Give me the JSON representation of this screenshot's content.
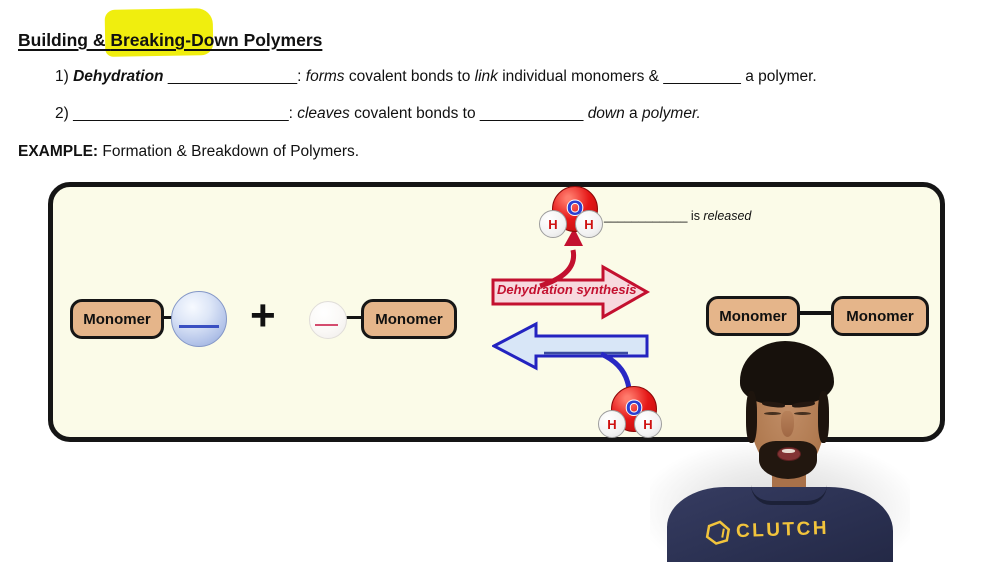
{
  "header": {
    "title_pre": "Building & ",
    "title_highlight": "Breaking-Dow",
    "title_post": "n Polymers"
  },
  "notes": {
    "item1": {
      "num": "1) ",
      "term": "Dehydration ",
      "blank1": "_______________",
      "sep": ": ",
      "forms": "forms",
      "t1": " covalent bonds to ",
      "link": "link",
      "t2": " individual monomers & ",
      "blank2": "_________",
      "t3": " a polymer."
    },
    "item2": {
      "num": "2) ",
      "blank1": "_________________________",
      "sep": ": ",
      "cleaves": "cleaves",
      "t1": " covalent bonds to ",
      "blank2": "____________",
      "sp": " ",
      "down": "down",
      "t2": " a ",
      "polymer": "polymer."
    },
    "example_label": "EXAMPLE:",
    "example_text": " Formation & Breakdown of Polymers."
  },
  "diagram": {
    "monomer": "Monomer",
    "plus": "+",
    "forward_arrow_label": "Dehydration synthesis",
    "released_blank": "____________",
    "released_is": " is ",
    "released_word": "released",
    "atom_o": "O",
    "atom_h": "H"
  },
  "webcam": {
    "shirt_brand": "CLUTCH"
  },
  "colors": {
    "highlight_yellow": "#f0ee0e",
    "example_box_fill": "#fbfbe8",
    "monomer_fill": "#e5b58a",
    "dehydration_red": "#c3102f",
    "dehydration_fill": "#f7d9de",
    "hydrolysis_blue": "#2323c0",
    "hydrolysis_fill": "#d8e6f7",
    "water_oxygen_red": "#e51717",
    "shirt_navy": "#2b3152",
    "brand_yellow": "#f2c43c"
  }
}
